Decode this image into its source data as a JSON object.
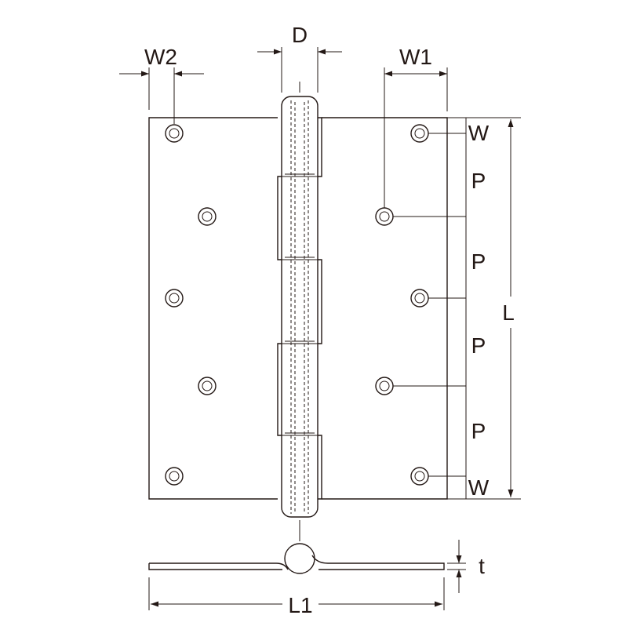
{
  "labels": {
    "d": "D",
    "w2": "W2",
    "w1": "W1",
    "w_top": "W",
    "p1": "P",
    "p2": "P",
    "p3": "P",
    "p4": "P",
    "w_bottom": "W",
    "l": "L",
    "t": "t",
    "l1": "L1"
  },
  "colors": {
    "line": "#231815",
    "background": "#ffffff"
  }
}
